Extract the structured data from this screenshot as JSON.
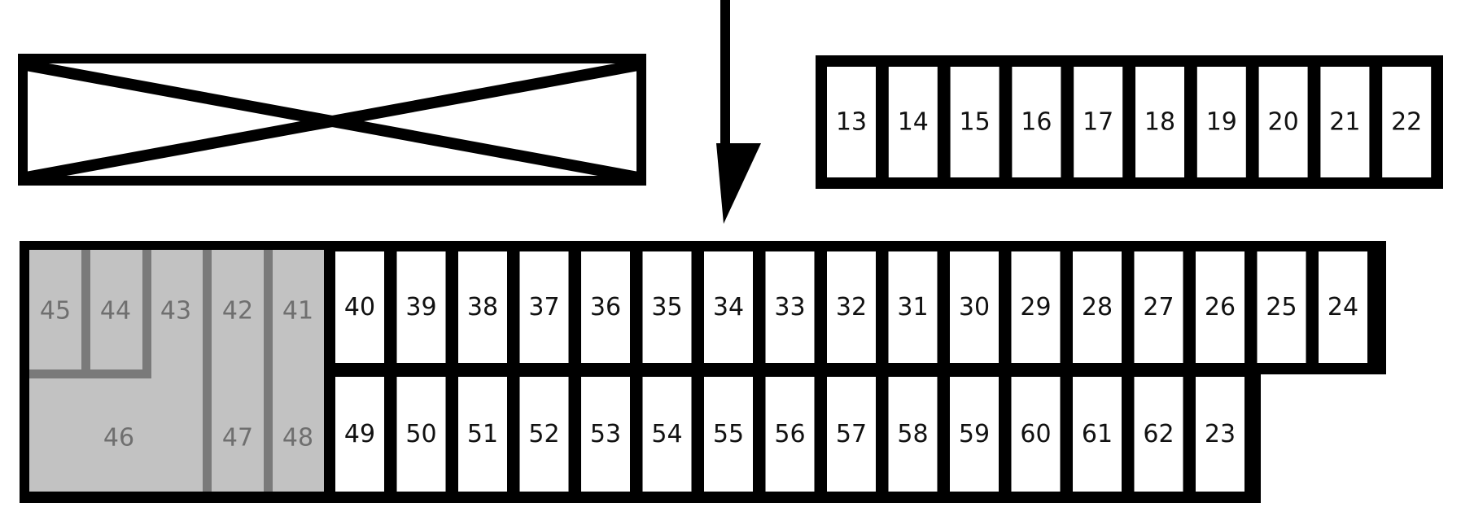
{
  "colors": {
    "frame": "#000000",
    "cell_fill": "#ffffff",
    "grey_block_fill": "#c2c2c2",
    "grey_divider": "#7a7a7a"
  },
  "icons": {
    "crossed_box": "crossed-out-rectangle",
    "arrow": "downward-pointer-arrow"
  },
  "top_right_connector": {
    "cells": [
      "13",
      "14",
      "15",
      "16",
      "17",
      "18",
      "19",
      "20",
      "21",
      "22"
    ]
  },
  "main_connector": {
    "grey_block": {
      "top_row": [
        "45",
        "44",
        "43",
        "42",
        "41"
      ],
      "bottom_row": [
        "46",
        "47",
        "48"
      ]
    },
    "top_row": [
      "40",
      "39",
      "38",
      "37",
      "36",
      "35",
      "34",
      "33",
      "32",
      "31",
      "30",
      "29",
      "28",
      "27",
      "26",
      "25",
      "24"
    ],
    "bottom_row": [
      "49",
      "50",
      "51",
      "52",
      "53",
      "54",
      "55",
      "56",
      "57",
      "58",
      "59",
      "60",
      "61",
      "62",
      "23"
    ]
  }
}
